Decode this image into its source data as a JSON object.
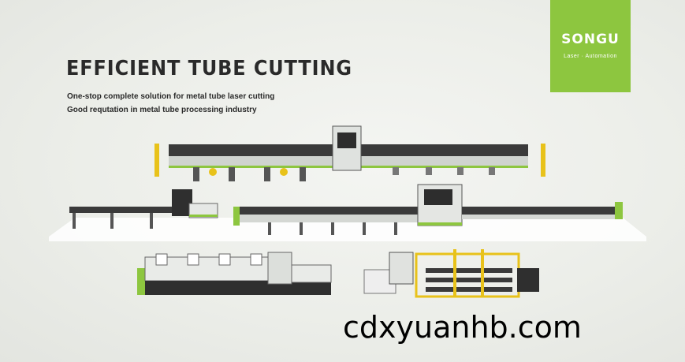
{
  "brand": {
    "logo_text": "SONGU",
    "tagline": "Laser · Automation",
    "accent_color": "#8dc63f"
  },
  "hero": {
    "title": "EFFICIENT TUBE CUTTING",
    "line1": "One-stop complete solution for metal tube laser cutting",
    "line2": "Good requtation in metal tube processing industry"
  },
  "watermark": "cdxyuanhb.com",
  "machines": [
    {
      "name": "long-automatic-tube-line",
      "color": "#8dc63f"
    },
    {
      "name": "compact-tube-cutter",
      "color": "#8dc63f"
    },
    {
      "name": "central-tube-cutting-line",
      "color": "#8dc63f"
    },
    {
      "name": "heavy-tube-cutter",
      "color": "#8dc63f"
    },
    {
      "name": "tube-loading-system",
      "color": "#e8c21a"
    }
  ]
}
